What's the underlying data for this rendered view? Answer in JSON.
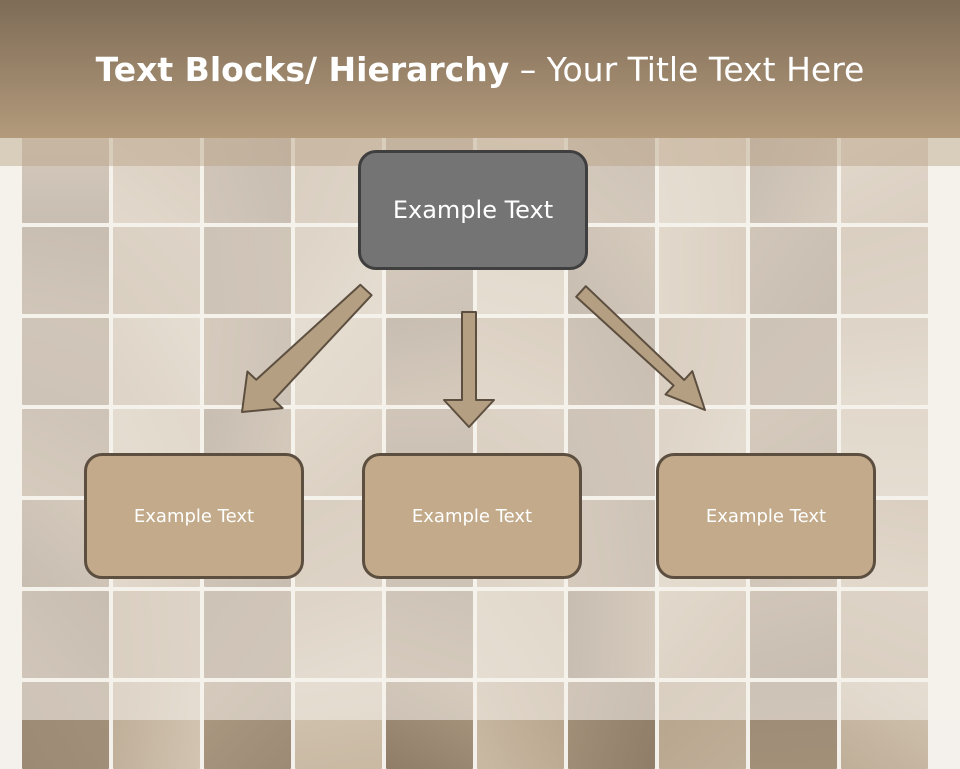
{
  "slide": {
    "title_bold": "Text Blocks/ Hierarchy",
    "title_dash": " – ",
    "title_rest": "Your Title Text Here"
  },
  "diagram": {
    "root": {
      "label": "Example Text"
    },
    "children": [
      {
        "label": "Example Text"
      },
      {
        "label": "Example Text"
      },
      {
        "label": "Example Text"
      }
    ]
  },
  "colors": {
    "title_band": "#9a8468",
    "root_fill": "#747474",
    "child_fill": "#c2aa8a",
    "arrow_fill": "#b59f82"
  }
}
